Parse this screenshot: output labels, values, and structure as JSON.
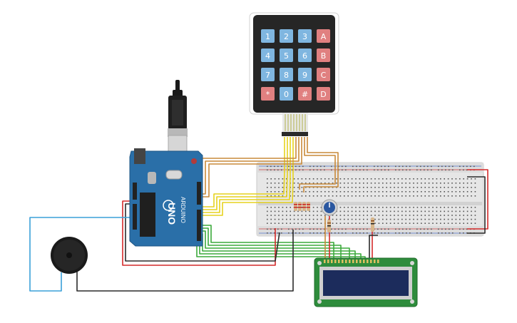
{
  "circuit": {
    "keypad": {
      "keys": [
        {
          "label": "1",
          "color": "#7fb6e0"
        },
        {
          "label": "2",
          "color": "#7fb6e0"
        },
        {
          "label": "3",
          "color": "#7fb6e0"
        },
        {
          "label": "A",
          "color": "#e08080"
        },
        {
          "label": "4",
          "color": "#7fb6e0"
        },
        {
          "label": "5",
          "color": "#7fb6e0"
        },
        {
          "label": "6",
          "color": "#7fb6e0"
        },
        {
          "label": "B",
          "color": "#e08080"
        },
        {
          "label": "7",
          "color": "#7fb6e0"
        },
        {
          "label": "8",
          "color": "#7fb6e0"
        },
        {
          "label": "9",
          "color": "#7fb6e0"
        },
        {
          "label": "C",
          "color": "#e08080"
        },
        {
          "label": "*",
          "color": "#e08080"
        },
        {
          "label": "0",
          "color": "#7fb6e0"
        },
        {
          "label": "#",
          "color": "#e08080"
        },
        {
          "label": "D",
          "color": "#e08080"
        }
      ]
    },
    "arduino": {
      "brand": "ARDUINO",
      "model": "UNO",
      "board_color": "#2a6fa8"
    },
    "lcd": {
      "screen_color": "#1c2c5c",
      "pcb_color": "#2e8c3c"
    },
    "wire_colors": {
      "red": "#d42a2a",
      "black": "#2b2b2b",
      "green": "#3caa3c",
      "yellow": "#e6d21e",
      "orange": "#c98a3a",
      "blue": "#3aa0d8"
    }
  }
}
